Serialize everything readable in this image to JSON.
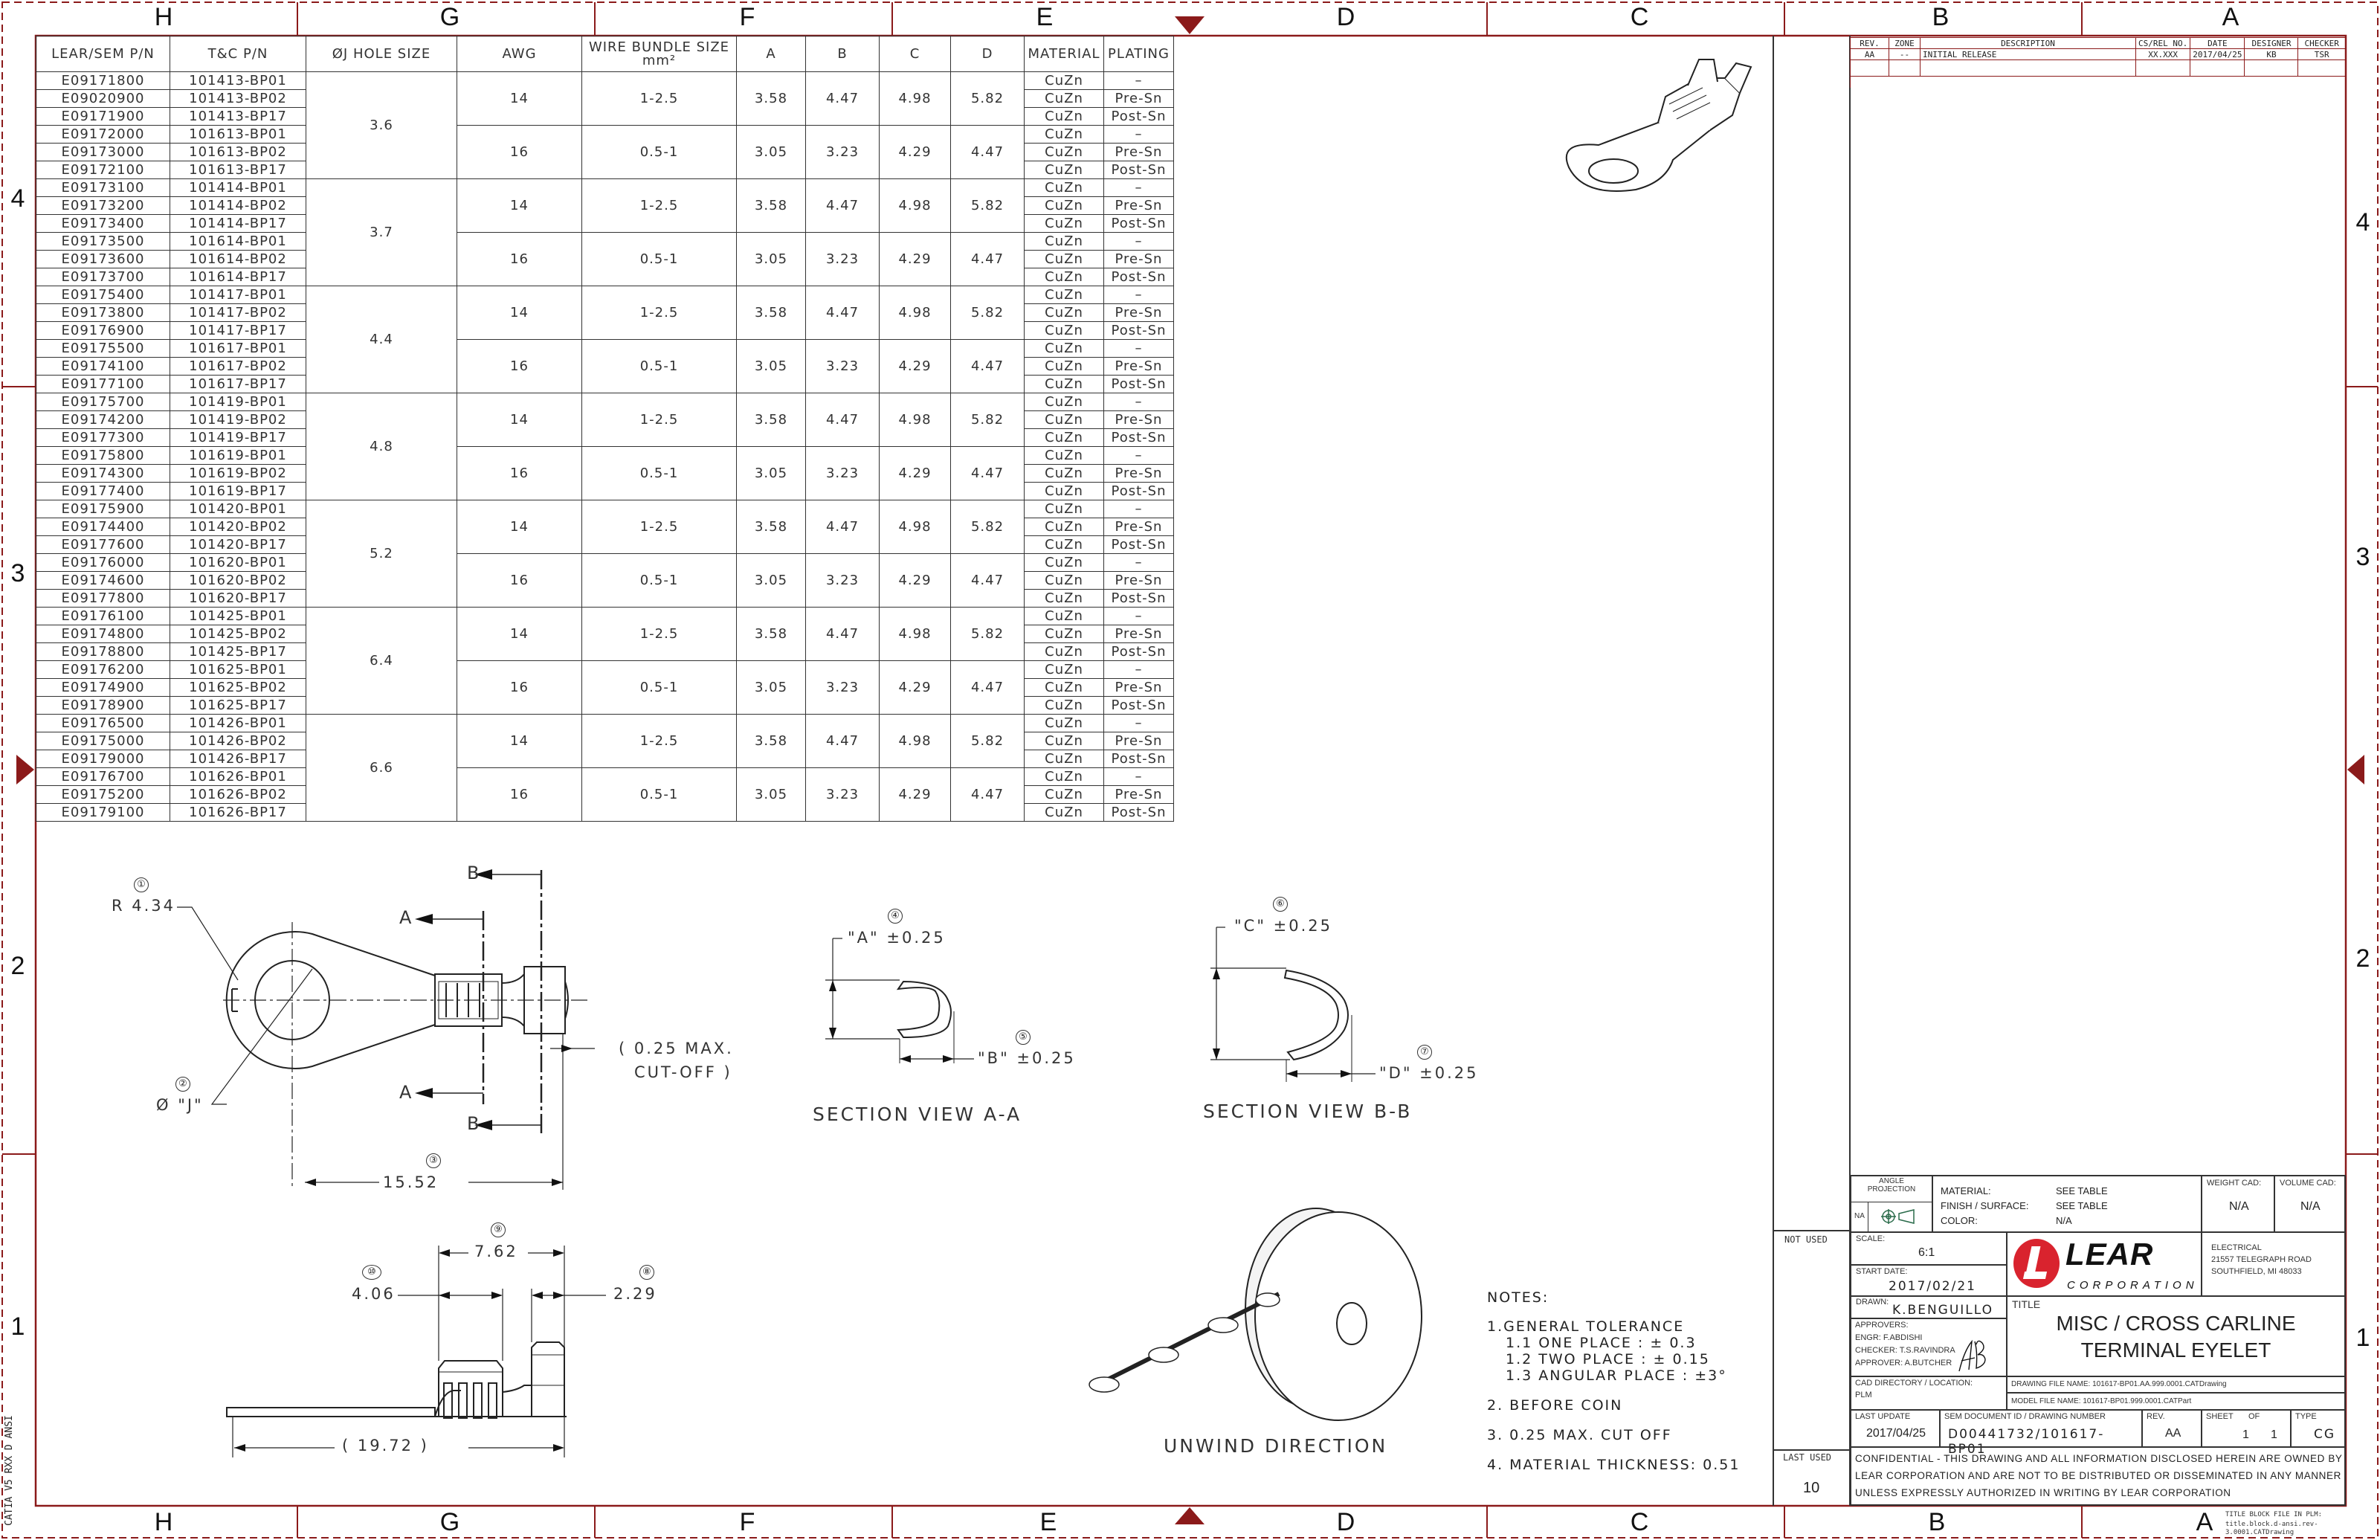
{
  "sheet": {
    "zones": [
      "H",
      "G",
      "F",
      "E",
      "D",
      "C",
      "B",
      "A"
    ],
    "rows": [
      "4",
      "3",
      "2",
      "1"
    ],
    "side_label": "CATIA V5 RXX D ANSI",
    "frame_color": "#8b1a1a"
  },
  "table": {
    "headers": {
      "lear": "LEAR/SEM P/N",
      "tc": "T&C P/N",
      "hole": "ØJ HOLE SIZE",
      "awg": "AWG",
      "wire": "WIRE BUNDLE SIZE",
      "wire_unit": "mm²",
      "a": "A",
      "b": "B",
      "c": "C",
      "d": "D",
      "material": "MATERIAL",
      "plating": "PLATING"
    },
    "groups": [
      {
        "hole": "3.6",
        "sub": [
          {
            "awg": "14",
            "wire": "1-2.5",
            "a": "3.58",
            "b": "4.47",
            "c": "4.98",
            "d": "5.82",
            "rows": [
              {
                "lear": "E09171800",
                "tc": "101413-BP01",
                "material": "CuZn",
                "plating": "–"
              },
              {
                "lear": "E09020900",
                "tc": "101413-BP02",
                "material": "CuZn",
                "plating": "Pre-Sn"
              },
              {
                "lear": "E09171900",
                "tc": "101413-BP17",
                "material": "CuZn",
                "plating": "Post-Sn"
              }
            ]
          },
          {
            "awg": "16",
            "wire": "0.5-1",
            "a": "3.05",
            "b": "3.23",
            "c": "4.29",
            "d": "4.47",
            "rows": [
              {
                "lear": "E09172000",
                "tc": "101613-BP01",
                "material": "CuZn",
                "plating": "–"
              },
              {
                "lear": "E09173000",
                "tc": "101613-BP02",
                "material": "CuZn",
                "plating": "Pre-Sn"
              },
              {
                "lear": "E09172100",
                "tc": "101613-BP17",
                "material": "CuZn",
                "plating": "Post-Sn"
              }
            ]
          }
        ]
      },
      {
        "hole": "3.7",
        "sub": [
          {
            "awg": "14",
            "wire": "1-2.5",
            "a": "3.58",
            "b": "4.47",
            "c": "4.98",
            "d": "5.82",
            "rows": [
              {
                "lear": "E09173100",
                "tc": "101414-BP01",
                "material": "CuZn",
                "plating": "–"
              },
              {
                "lear": "E09173200",
                "tc": "101414-BP02",
                "material": "CuZn",
                "plating": "Pre-Sn"
              },
              {
                "lear": "E09173400",
                "tc": "101414-BP17",
                "material": "CuZn",
                "plating": "Post-Sn"
              }
            ]
          },
          {
            "awg": "16",
            "wire": "0.5-1",
            "a": "3.05",
            "b": "3.23",
            "c": "4.29",
            "d": "4.47",
            "rows": [
              {
                "lear": "E09173500",
                "tc": "101614-BP01",
                "material": "CuZn",
                "plating": "–"
              },
              {
                "lear": "E09173600",
                "tc": "101614-BP02",
                "material": "CuZn",
                "plating": "Pre-Sn"
              },
              {
                "lear": "E09173700",
                "tc": "101614-BP17",
                "material": "CuZn",
                "plating": "Post-Sn"
              }
            ]
          }
        ]
      },
      {
        "hole": "4.4",
        "sub": [
          {
            "awg": "14",
            "wire": "1-2.5",
            "a": "3.58",
            "b": "4.47",
            "c": "4.98",
            "d": "5.82",
            "rows": [
              {
                "lear": "E09175400",
                "tc": "101417-BP01",
                "material": "CuZn",
                "plating": "–"
              },
              {
                "lear": "E09173800",
                "tc": "101417-BP02",
                "material": "CuZn",
                "plating": "Pre-Sn"
              },
              {
                "lear": "E09176900",
                "tc": "101417-BP17",
                "material": "CuZn",
                "plating": "Post-Sn"
              }
            ]
          },
          {
            "awg": "16",
            "wire": "0.5-1",
            "a": "3.05",
            "b": "3.23",
            "c": "4.29",
            "d": "4.47",
            "rows": [
              {
                "lear": "E09175500",
                "tc": "101617-BP01",
                "material": "CuZn",
                "plating": "–"
              },
              {
                "lear": "E09174100",
                "tc": "101617-BP02",
                "material": "CuZn",
                "plating": "Pre-Sn"
              },
              {
                "lear": "E09177100",
                "tc": "101617-BP17",
                "material": "CuZn",
                "plating": "Post-Sn"
              }
            ]
          }
        ]
      },
      {
        "hole": "4.8",
        "sub": [
          {
            "awg": "14",
            "wire": "1-2.5",
            "a": "3.58",
            "b": "4.47",
            "c": "4.98",
            "d": "5.82",
            "rows": [
              {
                "lear": "E09175700",
                "tc": "101419-BP01",
                "material": "CuZn",
                "plating": "–"
              },
              {
                "lear": "E09174200",
                "tc": "101419-BP02",
                "material": "CuZn",
                "plating": "Pre-Sn"
              },
              {
                "lear": "E09177300",
                "tc": "101419-BP17",
                "material": "CuZn",
                "plating": "Post-Sn"
              }
            ]
          },
          {
            "awg": "16",
            "wire": "0.5-1",
            "a": "3.05",
            "b": "3.23",
            "c": "4.29",
            "d": "4.47",
            "rows": [
              {
                "lear": "E09175800",
                "tc": "101619-BP01",
                "material": "CuZn",
                "plating": "–"
              },
              {
                "lear": "E09174300",
                "tc": "101619-BP02",
                "material": "CuZn",
                "plating": "Pre-Sn"
              },
              {
                "lear": "E09177400",
                "tc": "101619-BP17",
                "material": "CuZn",
                "plating": "Post-Sn"
              }
            ]
          }
        ]
      },
      {
        "hole": "5.2",
        "sub": [
          {
            "awg": "14",
            "wire": "1-2.5",
            "a": "3.58",
            "b": "4.47",
            "c": "4.98",
            "d": "5.82",
            "rows": [
              {
                "lear": "E09175900",
                "tc": "101420-BP01",
                "material": "CuZn",
                "plating": "–"
              },
              {
                "lear": "E09174400",
                "tc": "101420-BP02",
                "material": "CuZn",
                "plating": "Pre-Sn"
              },
              {
                "lear": "E09177600",
                "tc": "101420-BP17",
                "material": "CuZn",
                "plating": "Post-Sn"
              }
            ]
          },
          {
            "awg": "16",
            "wire": "0.5-1",
            "a": "3.05",
            "b": "3.23",
            "c": "4.29",
            "d": "4.47",
            "rows": [
              {
                "lear": "E09176000",
                "tc": "101620-BP01",
                "material": "CuZn",
                "plating": "–"
              },
              {
                "lear": "E09174600",
                "tc": "101620-BP02",
                "material": "CuZn",
                "plating": "Pre-Sn"
              },
              {
                "lear": "E09177800",
                "tc": "101620-BP17",
                "material": "CuZn",
                "plating": "Post-Sn"
              }
            ]
          }
        ]
      },
      {
        "hole": "6.4",
        "sub": [
          {
            "awg": "14",
            "wire": "1-2.5",
            "a": "3.58",
            "b": "4.47",
            "c": "4.98",
            "d": "5.82",
            "rows": [
              {
                "lear": "E09176100",
                "tc": "101425-BP01",
                "material": "CuZn",
                "plating": "–"
              },
              {
                "lear": "E09174800",
                "tc": "101425-BP02",
                "material": "CuZn",
                "plating": "Pre-Sn"
              },
              {
                "lear": "E09178800",
                "tc": "101425-BP17",
                "material": "CuZn",
                "plating": "Post-Sn"
              }
            ]
          },
          {
            "awg": "16",
            "wire": "0.5-1",
            "a": "3.05",
            "b": "3.23",
            "c": "4.29",
            "d": "4.47",
            "rows": [
              {
                "lear": "E09176200",
                "tc": "101625-BP01",
                "material": "CuZn",
                "plating": "–"
              },
              {
                "lear": "E09174900",
                "tc": "101625-BP02",
                "material": "CuZn",
                "plating": "Pre-Sn"
              },
              {
                "lear": "E09178900",
                "tc": "101625-BP17",
                "material": "CuZn",
                "plating": "Post-Sn"
              }
            ]
          }
        ]
      },
      {
        "hole": "6.6",
        "sub": [
          {
            "awg": "14",
            "wire": "1-2.5",
            "a": "3.58",
            "b": "4.47",
            "c": "4.98",
            "d": "5.82",
            "rows": [
              {
                "lear": "E09176500",
                "tc": "101426-BP01",
                "material": "CuZn",
                "plating": "–"
              },
              {
                "lear": "E09175000",
                "tc": "101426-BP02",
                "material": "CuZn",
                "plating": "Pre-Sn"
              },
              {
                "lear": "E09179000",
                "tc": "101426-BP17",
                "material": "CuZn",
                "plating": "Post-Sn"
              }
            ]
          },
          {
            "awg": "16",
            "wire": "0.5-1",
            "a": "3.05",
            "b": "3.23",
            "c": "4.29",
            "d": "4.47",
            "rows": [
              {
                "lear": "E09176700",
                "tc": "101626-BP01",
                "material": "CuZn",
                "plating": "–"
              },
              {
                "lear": "E09175200",
                "tc": "101626-BP02",
                "material": "CuZn",
                "plating": "Pre-Sn"
              },
              {
                "lear": "E09179100",
                "tc": "101626-BP17",
                "material": "CuZn",
                "plating": "Post-Sn"
              }
            ]
          }
        ]
      }
    ]
  },
  "revision": {
    "headers": [
      "REV.",
      "ZONE",
      "DESCRIPTION",
      "CS/REL NO.",
      "DATE",
      "DESIGNER",
      "CHECKER"
    ],
    "rows": [
      [
        "AA",
        "--",
        "INITIAL RELEASE",
        "XX.XXX",
        "2017/04/25",
        "KB",
        "TSR"
      ]
    ]
  },
  "views": {
    "main": {
      "r_callout": "①",
      "r_label": "R 4.34",
      "j_callout": "②",
      "j_label": "Ø \"J\"",
      "len_callout": "③",
      "len_label": "15.52",
      "section_a": "A",
      "section_b": "B",
      "cutoff_1": "( 0.25 MAX.",
      "cutoff_2": "CUT-OFF )"
    },
    "section_aa": {
      "a_callout": "④",
      "a_label": "\"A\" ±0.25",
      "b_callout": "⑤",
      "b_label": "\"B\" ±0.25",
      "title": "SECTION VIEW A-A"
    },
    "section_bb": {
      "c_callout": "⑥",
      "c_label": "\"C\" ±0.25",
      "d_callout": "⑦",
      "d_label": "\"D\" ±0.25",
      "title": "SECTION VIEW B-B"
    },
    "side": {
      "c9": "⑨",
      "d9": "7.62",
      "c10": "⑩",
      "d10": "4.06",
      "c8": "⑧",
      "d8": "2.29",
      "overall": "( 19.72 )"
    },
    "reel": {
      "label": "UNWIND DIRECTION"
    }
  },
  "notes": {
    "title": "NOTES:",
    "items": [
      "1.GENERAL TOLERANCE",
      "  1.1 ONE PLACE : ± 0.3",
      "  1.2 TWO PLACE : ± 0.15",
      "  1.3 ANGULAR PLACE : ±3°",
      "2. BEFORE COIN",
      "3. 0.25 MAX. CUT OFF",
      "4. MATERIAL THICKNESS: 0.51"
    ]
  },
  "title_block": {
    "angle_projection": "ANGLE PROJECTION",
    "na": "NA",
    "material_label": "MATERIAL:",
    "material": "SEE TABLE",
    "finish_label": "FINISH / SURFACE:",
    "finish": "SEE TABLE",
    "color_label": "COLOR:",
    "color": "N/A",
    "weight_label": "WEIGHT CAD:",
    "weight": "N/A",
    "volume_label": "VOLUME CAD:",
    "volume": "N/A",
    "scale_label": "SCALE:",
    "scale": "6:1",
    "start_label": "START DATE:",
    "start": "2017/02/21",
    "drawn_label": "DRAWN:",
    "drawn": "K.BENGUILLO",
    "approvers_label": "APPROVERS:",
    "engr": "ENGR: F.ABDISHI",
    "checker": "CHECKER: T.S.RAVINDRA",
    "approver": "APPROVER: A.BUTCHER",
    "signature": "AB",
    "logo": {
      "name": "LEAR",
      "sub": "CORPORATION",
      "color": "#d9232e"
    },
    "address": [
      "ELECTRICAL",
      "21557 TELEGRAPH ROAD",
      "SOUTHFIELD, MI  48033"
    ],
    "title_label": "TITLE",
    "title_1": "MISC / CROSS CARLINE",
    "title_2": "TERMINAL EYELET",
    "cad_label": "CAD DIRECTORY / LOCATION:",
    "cad": "PLM",
    "drawing_file": "DRAWING FILE NAME:  101617-BP01.AA.999.0001.CATDrawing",
    "model_file": "MODEL FILE NAME: 101617-BP01.999.0001.CATPart",
    "last_update_label": "LAST UPDATE",
    "last_update": "2017/04/25",
    "doc_label": "SEM DOCUMENT ID / DRAWING NUMBER",
    "doc": "D00441732/101617-BP01",
    "rev_label": "REV.",
    "rev": "AA",
    "sheet_label": "SHEET",
    "of_label": "OF",
    "sheet": "1",
    "of": "1",
    "type_label": "TYPE",
    "type": "CG",
    "confidential": [
      "CONFIDENTIAL - THIS DRAWING AND ALL INFORMATION DISCLOSED HEREIN ARE OWNED BY",
      "LEAR CORPORATION AND ARE NOT TO BE DISTRIBUTED OR DISSEMINATED IN ANY MANNER",
      "UNLESS EXPRESSLY AUTHORIZED IN WRITING BY LEAR CORPORATION"
    ],
    "not_used": "NOT USED",
    "last_used_label": "LAST USED",
    "last_used": "10",
    "file_note_1": "TITLE BLOCK FILE IN PLM:",
    "file_note_2": "title.block.d-ansi.rev-3.0001.CATDrawing"
  }
}
